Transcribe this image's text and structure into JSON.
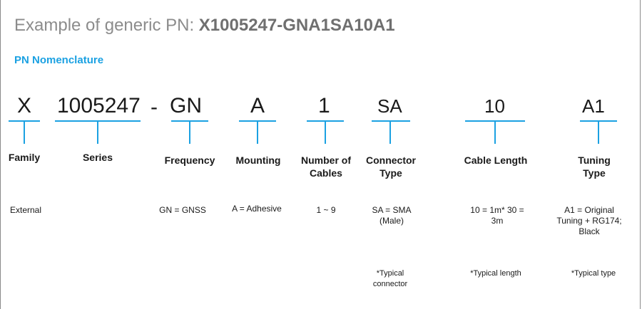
{
  "header": {
    "title_prefix": "Example of generic PN:",
    "title_pn": "X1005247-GNA1SA10A1",
    "subtitle": "PN Nomenclature"
  },
  "colors": {
    "accent": "#1ba1e2",
    "title_gray": "#8c8c8c"
  },
  "segments": [
    {
      "code": "X",
      "label": "Family",
      "value": "External"
    },
    {
      "code": "1005247",
      "label": "Series",
      "value": ""
    },
    {
      "code": "GN",
      "label": "Frequency",
      "value": "GN = GNSS"
    },
    {
      "code": "A",
      "label": "Mounting",
      "value": "A = Adhesive"
    },
    {
      "code": "1",
      "label": "Number of Cables",
      "value": "1 ~ 9"
    },
    {
      "code": "SA",
      "label": "Connector Type",
      "value": "SA = SMA (Male)",
      "note": "*Typical connector"
    },
    {
      "code": "10",
      "label": "Cable Length",
      "value": "10 = 1m* 30 = 3m",
      "note": "*Typical length"
    },
    {
      "code": "A1",
      "label": "Tuning Type",
      "value": "A1 = Original Tuning + RG174; Black",
      "note": "*Typical type"
    }
  ],
  "separator": "-"
}
